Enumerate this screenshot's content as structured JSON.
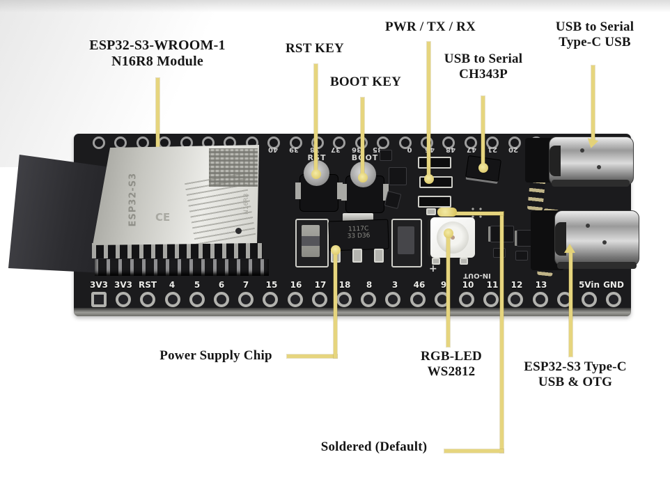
{
  "annotations": {
    "module": [
      "ESP32-S3-WROOM-1",
      "N16R8 Module"
    ],
    "rst_key": "RST KEY",
    "boot_key": "BOOT KEY",
    "pwr_tx_rx": "PWR / TX / RX",
    "usb_serial_chip": [
      "USB to Serial",
      "CH343P"
    ],
    "usb_serial_port": [
      "USB to Serial",
      "Type-C USB"
    ],
    "power_chip": "Power Supply Chip",
    "rgb_led": [
      "RGB-LED",
      "WS2812"
    ],
    "otg_port": [
      "ESP32-S3 Type-C",
      "USB & OTG"
    ],
    "soldered": "Soldered (Default)"
  },
  "board": {
    "silkscreen": {
      "rst": "RST",
      "boot": "BOOT",
      "in_out": "IN-OUT",
      "plus": "+"
    },
    "module_marking": "ESP32-S3",
    "module_marking_secondary": "N16R8",
    "regulator_marking": [
      "1117C",
      "33 D36"
    ],
    "top_pin_labels": [
      "40",
      "39",
      "38",
      "37",
      "36",
      "35",
      "0",
      "45",
      "48",
      "47",
      "21",
      "20"
    ],
    "bottom_pin_labels": [
      "3V3",
      "3V3",
      "RST",
      "4",
      "5",
      "6",
      "7",
      "15",
      "16",
      "17",
      "18",
      "8",
      "3",
      "46",
      "9",
      "10",
      "11",
      "12",
      "13",
      "5Vin",
      "GND"
    ]
  },
  "colors": {
    "leader": "#e6d57e",
    "board": "#1b1b1d",
    "background": "#ffffff"
  }
}
